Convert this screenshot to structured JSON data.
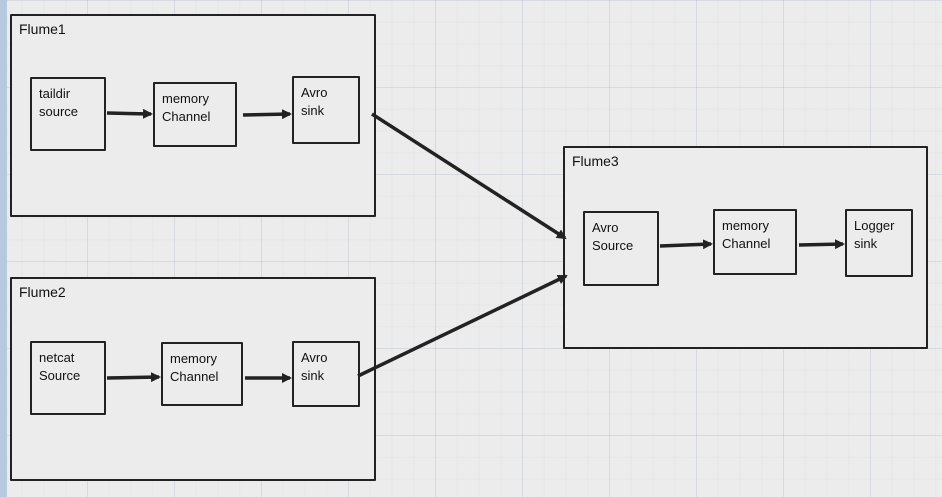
{
  "agents": [
    {
      "id": "flume1",
      "title": "Flume1",
      "nodes": [
        {
          "id": "f1-source",
          "label": "taildir\nsource"
        },
        {
          "id": "f1-channel",
          "label": "memory\nChannel"
        },
        {
          "id": "f1-sink",
          "label": "Avro\nsink"
        }
      ]
    },
    {
      "id": "flume2",
      "title": "Flume2",
      "nodes": [
        {
          "id": "f2-source",
          "label": "netcat\nSource"
        },
        {
          "id": "f2-channel",
          "label": "memory\nChannel"
        },
        {
          "id": "f2-sink",
          "label": "Avro\nsink"
        }
      ]
    },
    {
      "id": "flume3",
      "title": "Flume3",
      "nodes": [
        {
          "id": "f3-source",
          "label": "Avro\nSource"
        },
        {
          "id": "f3-channel",
          "label": "memory\nChannel"
        },
        {
          "id": "f3-sink",
          "label": "Logger\nsink"
        }
      ]
    }
  ],
  "edges": [
    {
      "from": "f1-source",
      "to": "f1-channel"
    },
    {
      "from": "f1-channel",
      "to": "f1-sink"
    },
    {
      "from": "f2-source",
      "to": "f2-channel"
    },
    {
      "from": "f2-channel",
      "to": "f2-sink"
    },
    {
      "from": "f3-source",
      "to": "f3-channel"
    },
    {
      "from": "f3-channel",
      "to": "f3-sink"
    },
    {
      "from": "f1-sink",
      "to": "f3-source"
    },
    {
      "from": "f2-sink",
      "to": "f3-source"
    }
  ],
  "colors": {
    "stroke": "#222222",
    "grid": "#dfe3ea",
    "strip": "#b7c9de"
  }
}
